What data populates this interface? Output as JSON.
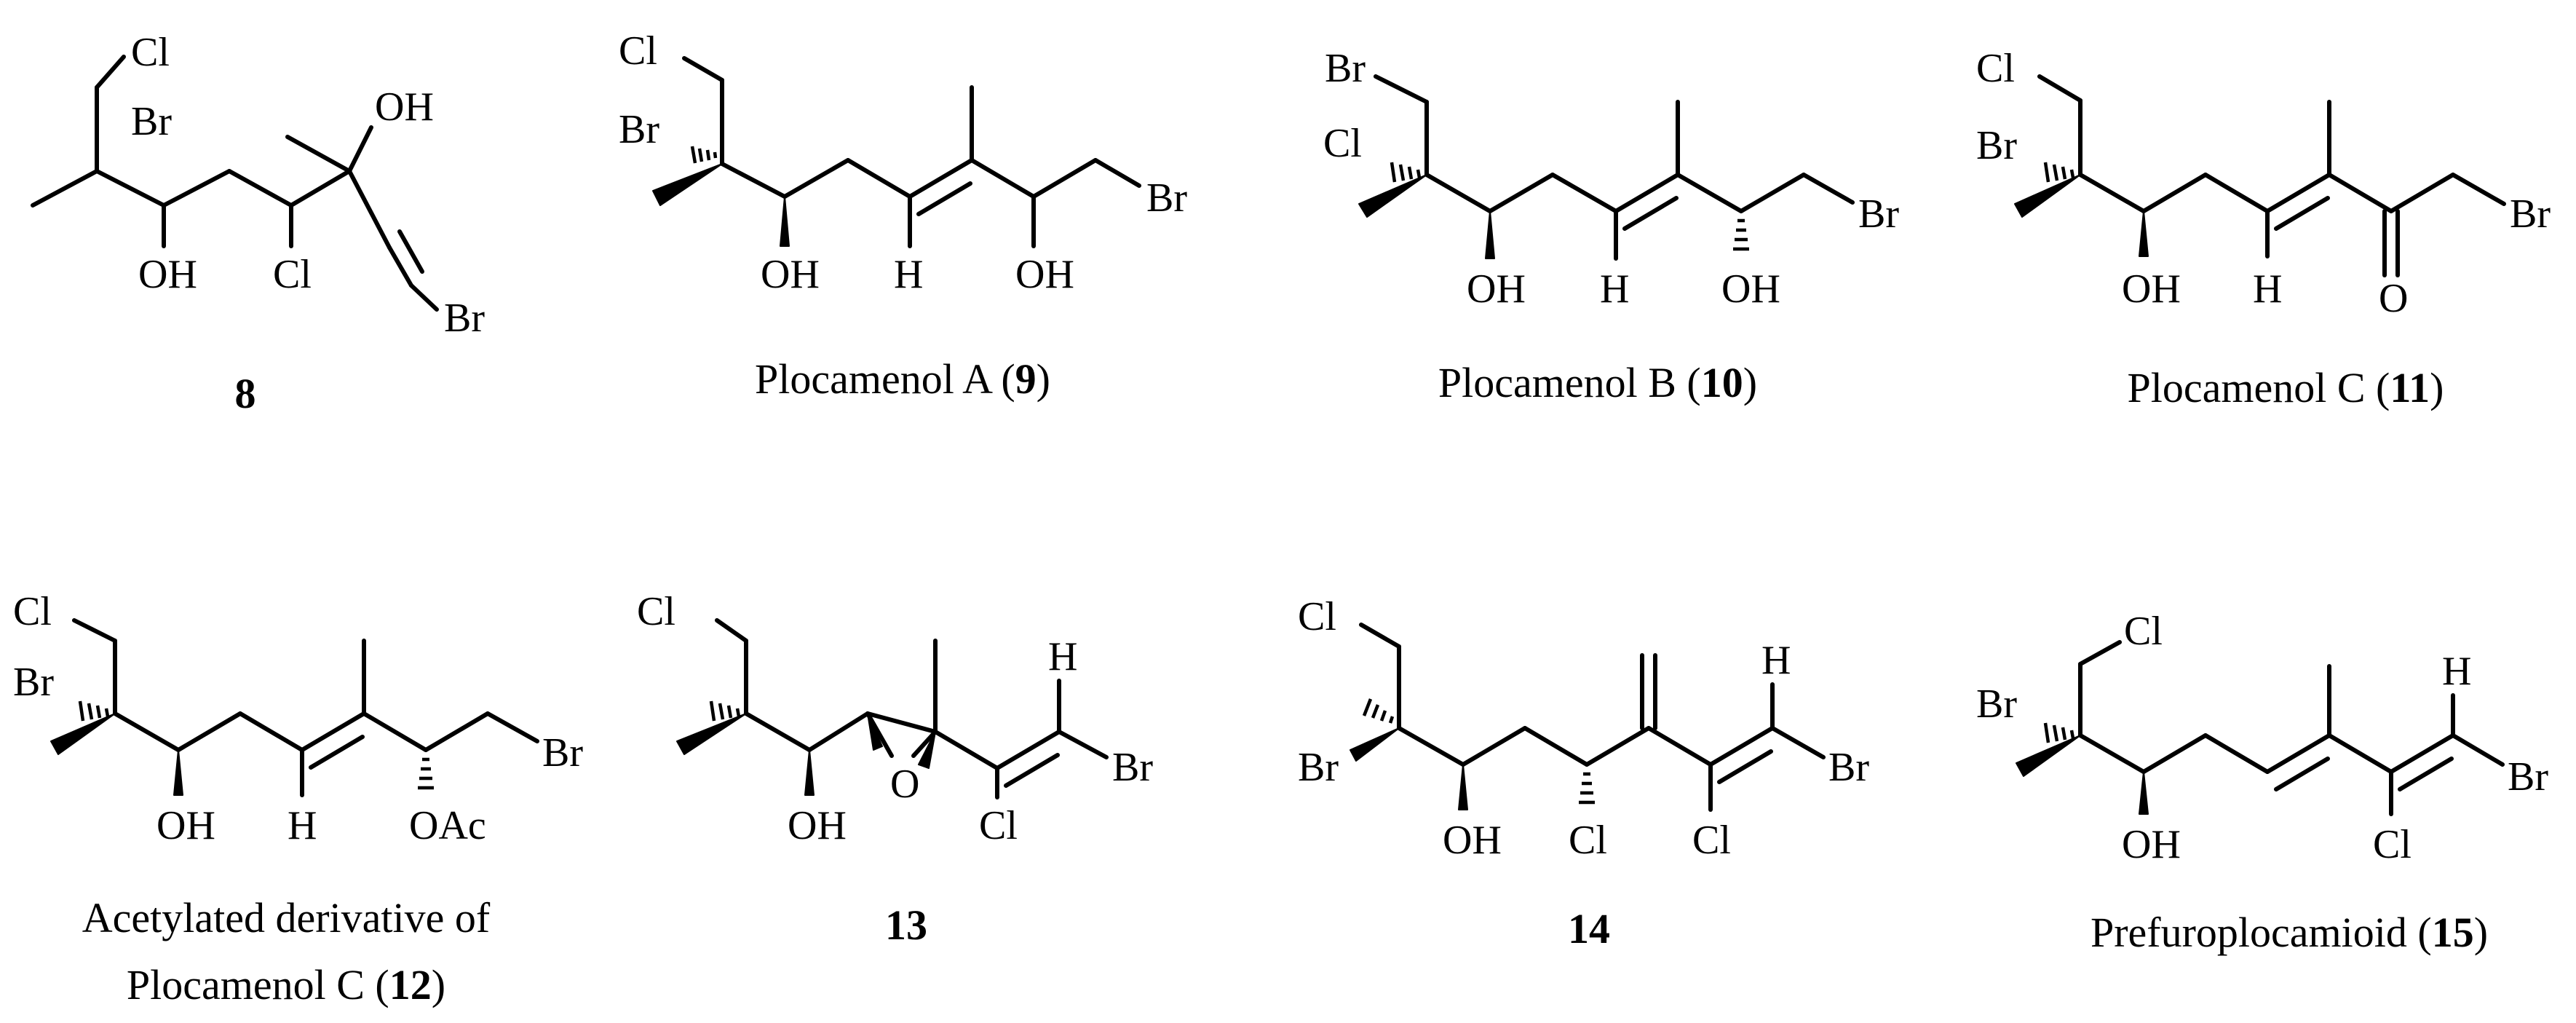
{
  "compounds": [
    {
      "id": "8",
      "caption": {
        "text": "",
        "number": "8",
        "suffix": ""
      },
      "labels": {
        "cl": "Cl",
        "br": "Br",
        "oh1": "OH",
        "oh2": "OH",
        "cl2": "Cl",
        "br2": "Br"
      }
    },
    {
      "id": "9",
      "caption": {
        "text": "Plocamenol A (",
        "number": "9",
        "suffix": ")"
      },
      "labels": {
        "cl": "Cl",
        "br": "Br",
        "oh1": "OH",
        "h": "H",
        "oh2": "OH",
        "br2": "Br"
      }
    },
    {
      "id": "10",
      "caption": {
        "text": "Plocamenol B (",
        "number": "10",
        "suffix": ")"
      },
      "labels": {
        "br": "Br",
        "cl": "Cl",
        "oh1": "OH",
        "h": "H",
        "oh2": "OH",
        "br2": "Br"
      }
    },
    {
      "id": "11",
      "caption": {
        "text": "Plocamenol C (",
        "number": "11",
        "suffix": ")"
      },
      "labels": {
        "cl": "Cl",
        "br": "Br",
        "oh": "OH",
        "h": "H",
        "o": "O",
        "br2": "Br"
      }
    },
    {
      "id": "12",
      "caption": {
        "line1": "Acetylated derivative of",
        "text": "Plocamenol C (",
        "number": "12",
        "suffix": ")"
      },
      "labels": {
        "cl": "Cl",
        "br": "Br",
        "oh": "OH",
        "h": "H",
        "oac": "OAc",
        "br2": "Br"
      }
    },
    {
      "id": "13",
      "caption": {
        "text": "",
        "number": "13",
        "suffix": ""
      },
      "labels": {
        "cl": "Cl",
        "oh": "OH",
        "o": "O",
        "h": "H",
        "br": "Br",
        "cl2": "Cl"
      }
    },
    {
      "id": "14",
      "caption": {
        "text": "",
        "number": "14",
        "suffix": ""
      },
      "labels": {
        "cl": "Cl",
        "br": "Br",
        "oh": "OH",
        "cl2": "Cl",
        "cl3": "Cl",
        "h": "H",
        "br2": "Br"
      }
    },
    {
      "id": "15",
      "caption": {
        "text": "Prefuroplocamioid (",
        "number": "15",
        "suffix": ")"
      },
      "labels": {
        "br": "Br",
        "cl": "Cl",
        "oh": "OH",
        "h": "H",
        "br2": "Br",
        "cl2": "Cl"
      }
    }
  ]
}
